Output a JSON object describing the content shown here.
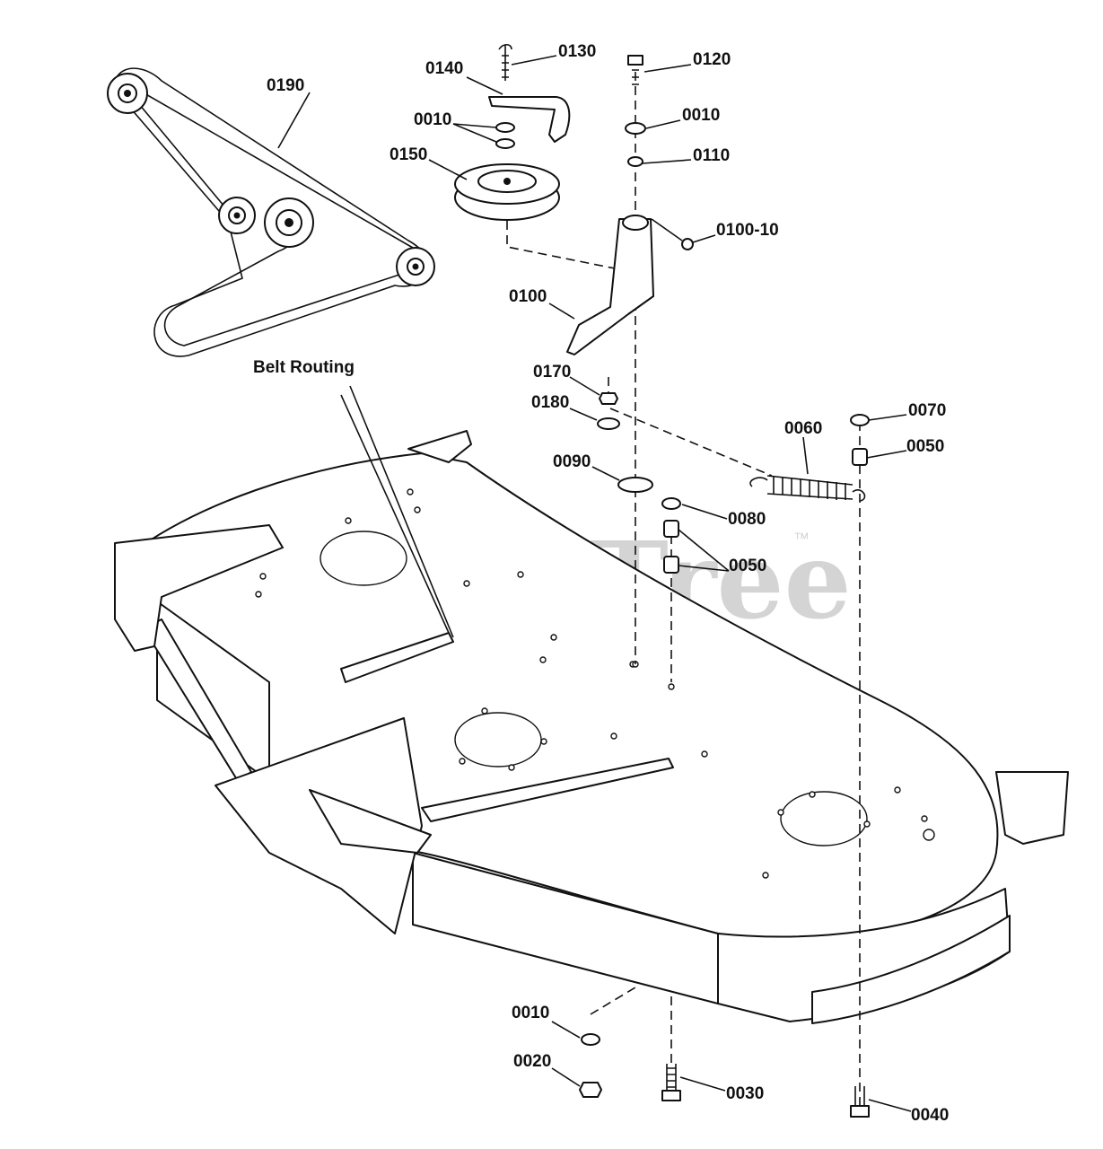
{
  "watermark": {
    "text": "PartsTree",
    "trademark": "™"
  },
  "belt_routing": {
    "caption": "Belt Routing"
  },
  "callouts": [
    {
      "id": "c0190",
      "label": "0190"
    },
    {
      "id": "c0130",
      "label": "0130"
    },
    {
      "id": "c0140",
      "label": "0140"
    },
    {
      "id": "c0010a",
      "label": "0010"
    },
    {
      "id": "c0150",
      "label": "0150"
    },
    {
      "id": "c0120",
      "label": "0120"
    },
    {
      "id": "c0010b",
      "label": "0010"
    },
    {
      "id": "c0110",
      "label": "0110"
    },
    {
      "id": "c0100-10",
      "label": "0100-10"
    },
    {
      "id": "c0100",
      "label": "0100"
    },
    {
      "id": "c0170",
      "label": "0170"
    },
    {
      "id": "c0180",
      "label": "0180"
    },
    {
      "id": "c0060",
      "label": "0060"
    },
    {
      "id": "c0070",
      "label": "0070"
    },
    {
      "id": "c0050a",
      "label": "0050"
    },
    {
      "id": "c0090",
      "label": "0090"
    },
    {
      "id": "c0080",
      "label": "0080"
    },
    {
      "id": "c0050b",
      "label": "0050"
    },
    {
      "id": "c0010c",
      "label": "0010"
    },
    {
      "id": "c0020",
      "label": "0020"
    },
    {
      "id": "c0030",
      "label": "0030"
    },
    {
      "id": "c0040",
      "label": "0040"
    }
  ]
}
